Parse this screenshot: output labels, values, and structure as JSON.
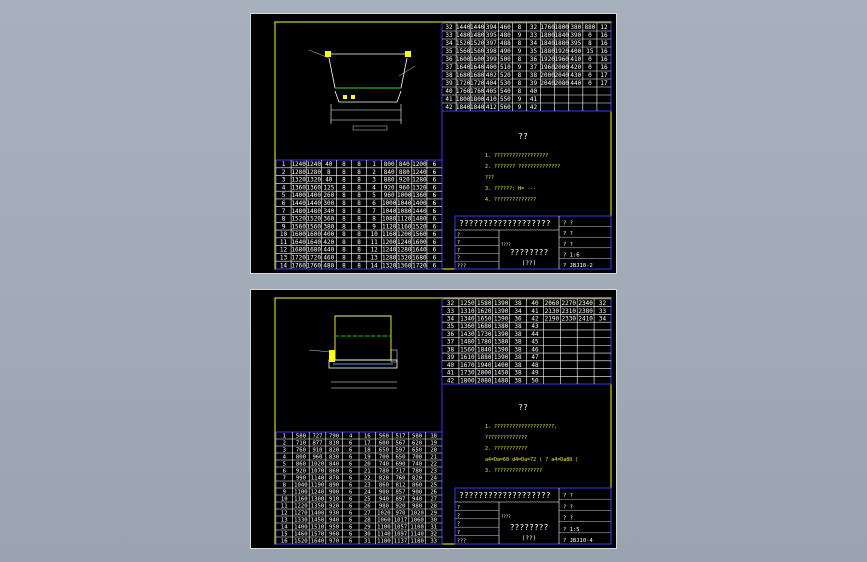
{
  "colors": {
    "background": "#a3acb9",
    "frame": "#ffff00",
    "table_line": "#3a3aff",
    "text": "#ffffff",
    "dimension": "#ffff00",
    "shape": "#00e000"
  },
  "sheets": [
    {
      "top_left_table": {
        "rows": [
          [
            "32",
            "1440",
            "1440",
            "394",
            "460",
            "8",
            "32",
            "1760",
            "1800",
            "380",
            "880",
            "12"
          ],
          [
            "33",
            "1480",
            "1480",
            "395",
            "480",
            "9",
            "33",
            "1800",
            "1840",
            "390",
            "0",
            "16"
          ],
          [
            "34",
            "1520",
            "1520",
            "397",
            "488",
            "8",
            "34",
            "1840",
            "1880",
            "395",
            "8",
            "16"
          ],
          [
            "35",
            "1560",
            "1560",
            "398",
            "490",
            "9",
            "35",
            "1880",
            "1920",
            "400",
            "15",
            "16"
          ],
          [
            "36",
            "1600",
            "1600",
            "399",
            "500",
            "8",
            "36",
            "1920",
            "1960",
            "410",
            "0",
            "16"
          ],
          [
            "37",
            "1640",
            "1640",
            "400",
            "510",
            "9",
            "37",
            "1960",
            "2000",
            "420",
            "0",
            "16"
          ],
          [
            "38",
            "1680",
            "1680",
            "402",
            "520",
            "8",
            "38",
            "2000",
            "2040",
            "430",
            "0",
            "17"
          ],
          [
            "39",
            "1720",
            "1720",
            "404",
            "530",
            "8",
            "39",
            "2040",
            "2080",
            "440",
            "0",
            "17"
          ],
          [
            "40",
            "1760",
            "1760",
            "405",
            "540",
            "8",
            "40",
            "",
            "",
            "",
            "",
            ""
          ],
          [
            "41",
            "1800",
            "1800",
            "410",
            "550",
            "9",
            "41",
            "",
            "",
            "",
            "",
            ""
          ],
          [
            "42",
            "1840",
            "1840",
            "412",
            "560",
            "9",
            "42",
            "",
            "",
            "",
            "",
            ""
          ]
        ]
      },
      "notes": {
        "title": "??",
        "items": [
          "1. ??????????????????",
          "2. ??????? ??????????????",
          "???",
          "3. ??????: H= ---",
          "4. ??????????????"
        ]
      },
      "bottom_table": {
        "rows": [
          [
            "1",
            "1240",
            "1240",
            "40",
            "8",
            "8",
            "1",
            "800",
            "840",
            "1200",
            "6"
          ],
          [
            "2",
            "1280",
            "1280",
            "8",
            "8",
            "8",
            "2",
            "840",
            "880",
            "1240",
            "6"
          ],
          [
            "3",
            "1320",
            "1320",
            "40",
            "8",
            "8",
            "3",
            "880",
            "920",
            "1280",
            "6"
          ],
          [
            "4",
            "1360",
            "1360",
            "125",
            "8",
            "8",
            "4",
            "920",
            "960",
            "1320",
            "6"
          ],
          [
            "5",
            "1400",
            "1400",
            "260",
            "8",
            "8",
            "5",
            "960",
            "1000",
            "1360",
            "6"
          ],
          [
            "6",
            "1440",
            "1440",
            "300",
            "8",
            "8",
            "6",
            "1000",
            "1040",
            "1400",
            "6"
          ],
          [
            "7",
            "1480",
            "1480",
            "340",
            "8",
            "8",
            "7",
            "1040",
            "1080",
            "1440",
            "6"
          ],
          [
            "8",
            "1520",
            "1520",
            "360",
            "8",
            "8",
            "8",
            "1080",
            "1120",
            "1480",
            "6"
          ],
          [
            "9",
            "1560",
            "1560",
            "380",
            "8",
            "8",
            "9",
            "1120",
            "1160",
            "1520",
            "6"
          ],
          [
            "10",
            "1600",
            "1600",
            "400",
            "8",
            "8",
            "10",
            "1160",
            "1200",
            "1560",
            "6"
          ],
          [
            "11",
            "1640",
            "1640",
            "420",
            "8",
            "8",
            "11",
            "1200",
            "1240",
            "1600",
            "6"
          ],
          [
            "12",
            "1680",
            "1680",
            "440",
            "8",
            "8",
            "12",
            "1240",
            "1280",
            "1640",
            "6"
          ],
          [
            "13",
            "1720",
            "1720",
            "460",
            "8",
            "8",
            "13",
            "1280",
            "1320",
            "1680",
            "6"
          ],
          [
            "14",
            "1760",
            "1760",
            "480",
            "8",
            "8",
            "14",
            "1320",
            "1360",
            "1720",
            "6"
          ]
        ]
      },
      "title_block": {
        "header": "???????????????????",
        "left_rows": [
          "?",
          "?",
          "?",
          "?",
          "???"
        ],
        "center": "????????",
        "center_sub": "(??)",
        "right_rows": [
          "? ?",
          "? ?",
          "? ?",
          "?   1:6",
          "?   JBJ10-2"
        ],
        "small_label": "????"
      }
    },
    {
      "top_left_table": {
        "rows": [
          [
            "32",
            "1250",
            "1580",
            "1390",
            "38",
            "40",
            "2060",
            "2270",
            "2340",
            "32"
          ],
          [
            "33",
            "1310",
            "1620",
            "1390",
            "34",
            "41",
            "2130",
            "2310",
            "2380",
            "33"
          ],
          [
            "34",
            "1340",
            "1650",
            "1390",
            "36",
            "42",
            "2190",
            "2330",
            "2410",
            "34"
          ],
          [
            "35",
            "1360",
            "1680",
            "1380",
            "38",
            "43",
            "",
            "",
            "",
            ""
          ],
          [
            "36",
            "1430",
            "1730",
            "1390",
            "38",
            "44",
            "",
            "",
            "",
            ""
          ],
          [
            "37",
            "1480",
            "1780",
            "1380",
            "38",
            "45",
            "",
            "",
            "",
            ""
          ],
          [
            "38",
            "1560",
            "1840",
            "1390",
            "38",
            "46",
            "",
            "",
            "",
            ""
          ],
          [
            "39",
            "1610",
            "1880",
            "1390",
            "38",
            "47",
            "",
            "",
            "",
            ""
          ],
          [
            "40",
            "1670",
            "1940",
            "1400",
            "38",
            "48",
            "",
            "",
            "",
            ""
          ],
          [
            "41",
            "1730",
            "2000",
            "1450",
            "38",
            "49",
            "",
            "",
            "",
            ""
          ],
          [
            "42",
            "1800",
            "2080",
            "1480",
            "38",
            "50",
            "",
            "",
            "",
            ""
          ]
        ]
      },
      "notes": {
        "title": "??",
        "items": [
          "1. ????????????????????,",
          "??????????????",
          "2. ???????????",
          "a4=Da=60   d4=Da=72 ( ? a4=Da80 )",
          "3. ????????????????"
        ]
      },
      "bottom_table": {
        "rows": [
          [
            "1",
            "580",
            "727",
            "790",
            "4",
            "16",
            "560",
            "517",
            "580",
            "18"
          ],
          [
            "2",
            "710",
            "877",
            "810",
            "6",
            "17",
            "600",
            "567",
            "620",
            "19"
          ],
          [
            "3",
            "760",
            "910",
            "820",
            "6",
            "18",
            "650",
            "597",
            "650",
            "20"
          ],
          [
            "4",
            "800",
            "960",
            "830",
            "6",
            "19",
            "700",
            "650",
            "700",
            "21"
          ],
          [
            "5",
            "860",
            "1020",
            "840",
            "6",
            "20",
            "740",
            "690",
            "740",
            "22"
          ],
          [
            "6",
            "920",
            "1070",
            "860",
            "6",
            "21",
            "780",
            "717",
            "780",
            "23"
          ],
          [
            "7",
            "990",
            "1140",
            "870",
            "6",
            "22",
            "820",
            "760",
            "820",
            "24"
          ],
          [
            "8",
            "1040",
            "1190",
            "890",
            "6",
            "23",
            "860",
            "812",
            "860",
            "25"
          ],
          [
            "9",
            "1100",
            "1240",
            "900",
            "6",
            "24",
            "900",
            "857",
            "900",
            "26"
          ],
          [
            "10",
            "1160",
            "1300",
            "910",
            "6",
            "25",
            "940",
            "897",
            "940",
            "27"
          ],
          [
            "11",
            "1220",
            "1350",
            "920",
            "6",
            "26",
            "980",
            "920",
            "980",
            "28"
          ],
          [
            "12",
            "1270",
            "1400",
            "930",
            "6",
            "27",
            "1020",
            "970",
            "1020",
            "29"
          ],
          [
            "13",
            "1330",
            "1450",
            "940",
            "6",
            "28",
            "1060",
            "1017",
            "1060",
            "30"
          ],
          [
            "14",
            "1400",
            "1510",
            "950",
            "6",
            "29",
            "1100",
            "1057",
            "1100",
            "31"
          ],
          [
            "15",
            "1460",
            "1570",
            "960",
            "6",
            "30",
            "1140",
            "1097",
            "1140",
            "32"
          ],
          [
            "16",
            "1520",
            "1640",
            "970",
            "6",
            "31",
            "1180",
            "1137",
            "1180",
            "33"
          ]
        ]
      },
      "title_block": {
        "header": "???????????????????",
        "left_rows": [
          "?",
          "?",
          "?",
          "?",
          "???"
        ],
        "center": "????????",
        "center_sub": "(??)",
        "right_rows": [
          "? ?",
          "? ?",
          "? ?",
          "?   1:5",
          "?   JBJ10-4"
        ],
        "small_label": "????"
      }
    }
  ]
}
